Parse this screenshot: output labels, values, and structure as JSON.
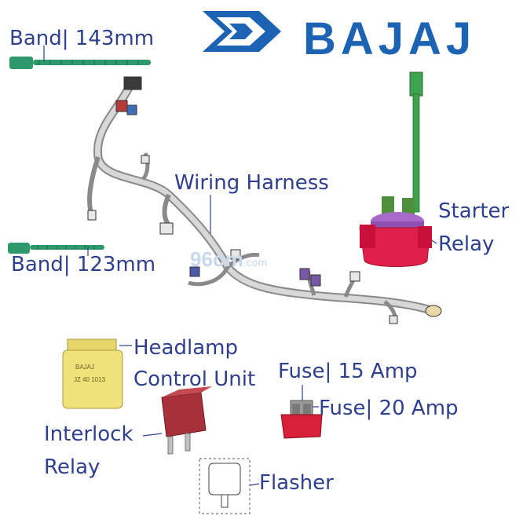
{
  "brand": {
    "name": "BAJAJ",
    "color": "#1d63b3"
  },
  "watermark": {
    "main": "96om",
    "suffix": ".com"
  },
  "labels": {
    "band_143": "Band| 143mm",
    "band_123": "Band| 123mm",
    "wiring_harness": "Wiring Harness",
    "starter_relay_1": "Starter",
    "starter_relay_2": "Relay",
    "headlamp_1": "Headlamp",
    "headlamp_2": "Control Unit",
    "fuse_15": "Fuse| 15 Amp",
    "fuse_20": "Fuse| 20 Amp",
    "interlock_1": "Interlock",
    "interlock_2": "Relay",
    "flasher": "Flasher"
  },
  "headlamp_stamp": {
    "line1": "BAJAJ",
    "line2": "JZ 40 1013"
  },
  "colors": {
    "label_text": "#2f3f8f",
    "band_green": "#2e9a6c",
    "starter_red": "#e0204a",
    "starter_purple": "#8e4fb0",
    "fuse_red": "#d8203a",
    "relay_red": "#a8303a",
    "headlamp_yellow": "#efe27a"
  }
}
